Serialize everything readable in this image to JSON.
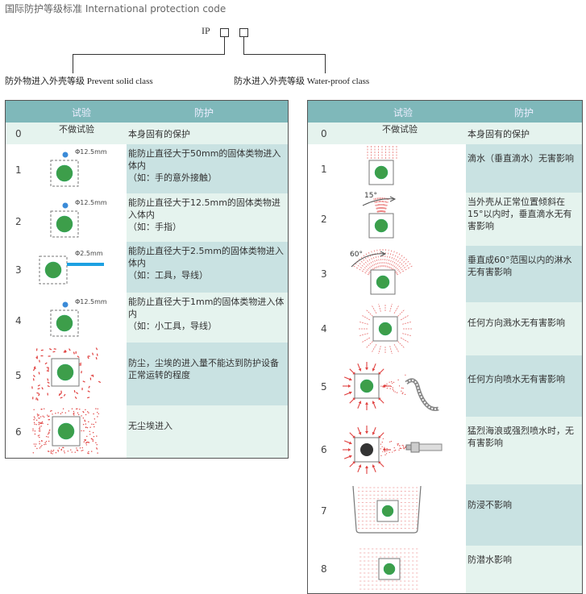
{
  "page_title": "国际防护等级标准 International protection code",
  "ip_code": {
    "prefix": "IP"
  },
  "labels": {
    "solid": "防外物进入外壳等级 Prevent solid class",
    "water": "防水进入外壳等级 Water-proof class"
  },
  "solid_table": {
    "headers": {
      "test": "试验",
      "protection": "防护"
    },
    "rows": [
      {
        "num": "0",
        "test": "不做试验",
        "protection": "本身固有的保护"
      },
      {
        "num": "1",
        "dim": "Φ12.5mm",
        "protection": "能防止直径大于50mm的固体类物进入体内\n（如：手的意外接触）"
      },
      {
        "num": "2",
        "dim": "Φ12.5mm",
        "protection": "能防止直径大于12.5mm的固体类物进入体内\n（如：手指）"
      },
      {
        "num": "3",
        "dim": "Φ2.5mm",
        "protection": "能防止直径大于2.5mm的固体类物进入体内\n（如：工具，导线）"
      },
      {
        "num": "4",
        "dim": "Φ12.5mm",
        "protection": "能防止直径大于1mm的固体类物进入体内\n（如：小工具，导线）"
      },
      {
        "num": "5",
        "protection": "防尘，尘埃的进入量不能达到防护设备正常运转的程度"
      },
      {
        "num": "6",
        "protection": "无尘埃进入"
      }
    ]
  },
  "water_table": {
    "headers": {
      "test": "试验",
      "protection": "防护"
    },
    "rows": [
      {
        "num": "0",
        "test": "不做试验",
        "protection": "本身固有的保护"
      },
      {
        "num": "1",
        "protection": "滴水（垂直滴水）无害影响"
      },
      {
        "num": "2",
        "angle": "15°",
        "protection": "当外壳从正常位置倾斜在15°以内时，垂直滴水无有害影响"
      },
      {
        "num": "3",
        "angle": "60°",
        "protection": "垂直成60°范围以内的淋水无有害影响"
      },
      {
        "num": "4",
        "protection": "任何方向溅水无有害影响"
      },
      {
        "num": "5",
        "protection": "任何方向喷水无有害影响"
      },
      {
        "num": "6",
        "protection": "猛烈海浪或强烈喷水时，无有害影响"
      },
      {
        "num": "7",
        "protection": "防浸不影响"
      },
      {
        "num": "8",
        "protection": "防潜水影响"
      }
    ]
  },
  "colors": {
    "header": "#7fb8ba",
    "band_light": "#e5f3ee",
    "band_dark": "#c9e2e2",
    "green": "#3d9e4a",
    "blue": "#3b8bd8",
    "red": "#e0403f"
  }
}
